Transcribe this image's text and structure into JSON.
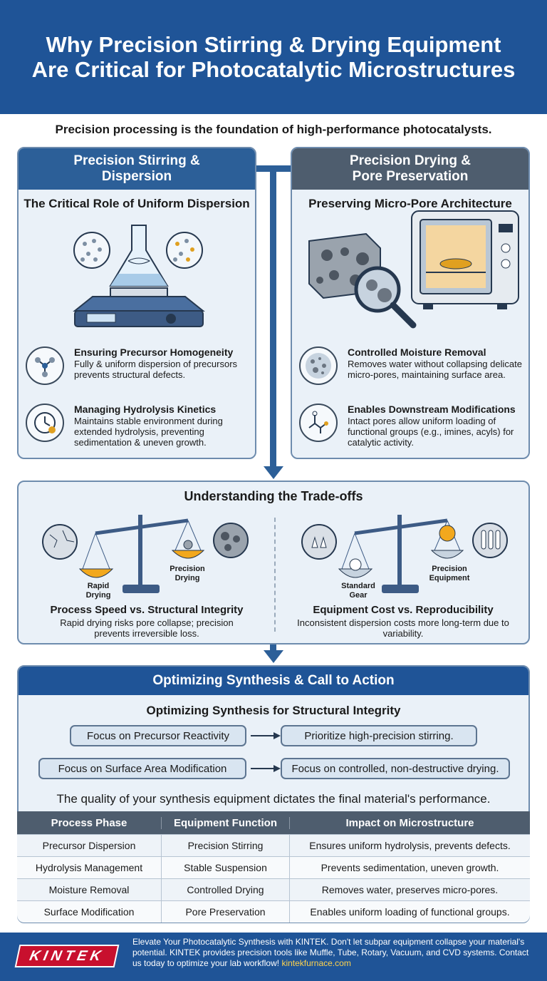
{
  "title": "Why Precision Stirring & Drying Equipment Are Critical for Photocatalytic Microstructures",
  "subtitle": "Precision processing is the foundation of high-performance photocatalysts.",
  "left_panel": {
    "header": "Precision Stirring & Dispersion",
    "subheader": "The Critical Role of Uniform Dispersion",
    "features": [
      {
        "title": "Ensuring Precursor Homogeneity",
        "desc": "Fully & uniform dispersion of precursors prevents structural defects."
      },
      {
        "title": "Managing Hydrolysis Kinetics",
        "desc": "Maintains stable environment during extended hydrolysis, preventing sedimentation & uneven growth."
      }
    ]
  },
  "right_panel": {
    "header": "Precision Drying & Pore Preservation",
    "subheader": "Preserving Micro-Pore Architecture",
    "features": [
      {
        "title": "Controlled Moisture Removal",
        "desc": "Removes water without collapsing delicate micro-pores, maintaining surface area."
      },
      {
        "title": "Enables Downstream Modifications",
        "desc": "Intact pores allow uniform loading of functional groups (e.g., imines, acyls) for catalytic activity."
      }
    ]
  },
  "tradeoffs": {
    "title": "Understanding the Trade-offs",
    "left": {
      "pan_left": "Rapid Drying",
      "pan_right": "Precision Drying",
      "title": "Process Speed vs. Structural Integrity",
      "desc": "Rapid drying risks pore collapse; precision prevents irreversible loss."
    },
    "right": {
      "pan_left": "Standard Gear",
      "pan_right": "Precision Equipment",
      "title": "Equipment Cost vs. Reproducibility",
      "desc": "Inconsistent dispersion costs more long-term due to variability."
    }
  },
  "synthesis": {
    "header": "Optimizing Synthesis & Call to Action",
    "subheader": "Optimizing Synthesis for Structural Integrity",
    "rows": [
      {
        "focus": "Focus on Precursor Reactivity",
        "action": "Prioritize high-precision stirring."
      },
      {
        "focus": "Focus on Surface Area Modification",
        "action": "Focus on controlled, non-destructive drying."
      }
    ],
    "quality": "The quality of your synthesis equipment dictates the final material's performance."
  },
  "table": {
    "headers": [
      "Process Phase",
      "Equipment Function",
      "Impact on Microstructure"
    ],
    "rows": [
      [
        "Precursor Dispersion",
        "Precision Stirring",
        "Ensures uniform hydrolysis, prevents defects."
      ],
      [
        "Hydrolysis Management",
        "Stable Suspension",
        "Prevents sedimentation, uneven growth."
      ],
      [
        "Moisture Removal",
        "Controlled Drying",
        "Removes water, preserves micro-pores."
      ],
      [
        "Surface Modification",
        "Pore Preservation",
        "Enables uniform loading of functional groups."
      ]
    ]
  },
  "footer": {
    "logo": "KINTEK",
    "text": "Elevate Your Photocatalytic Synthesis with KINTEK. Don't let subpar equipment collapse your material's potential. KINTEK provides precision tools like Muffle, Tube, Rotary, Vacuum, and CVD systems. Contact us today to optimize your lab workflow!",
    "link": "kintekfurnace.com"
  },
  "colors": {
    "primary": "#1f5497",
    "slate": "#4e5d6e",
    "panel_bg": "#eaf1f8",
    "accent": "#f2a81d",
    "logo_red": "#c8102e"
  }
}
